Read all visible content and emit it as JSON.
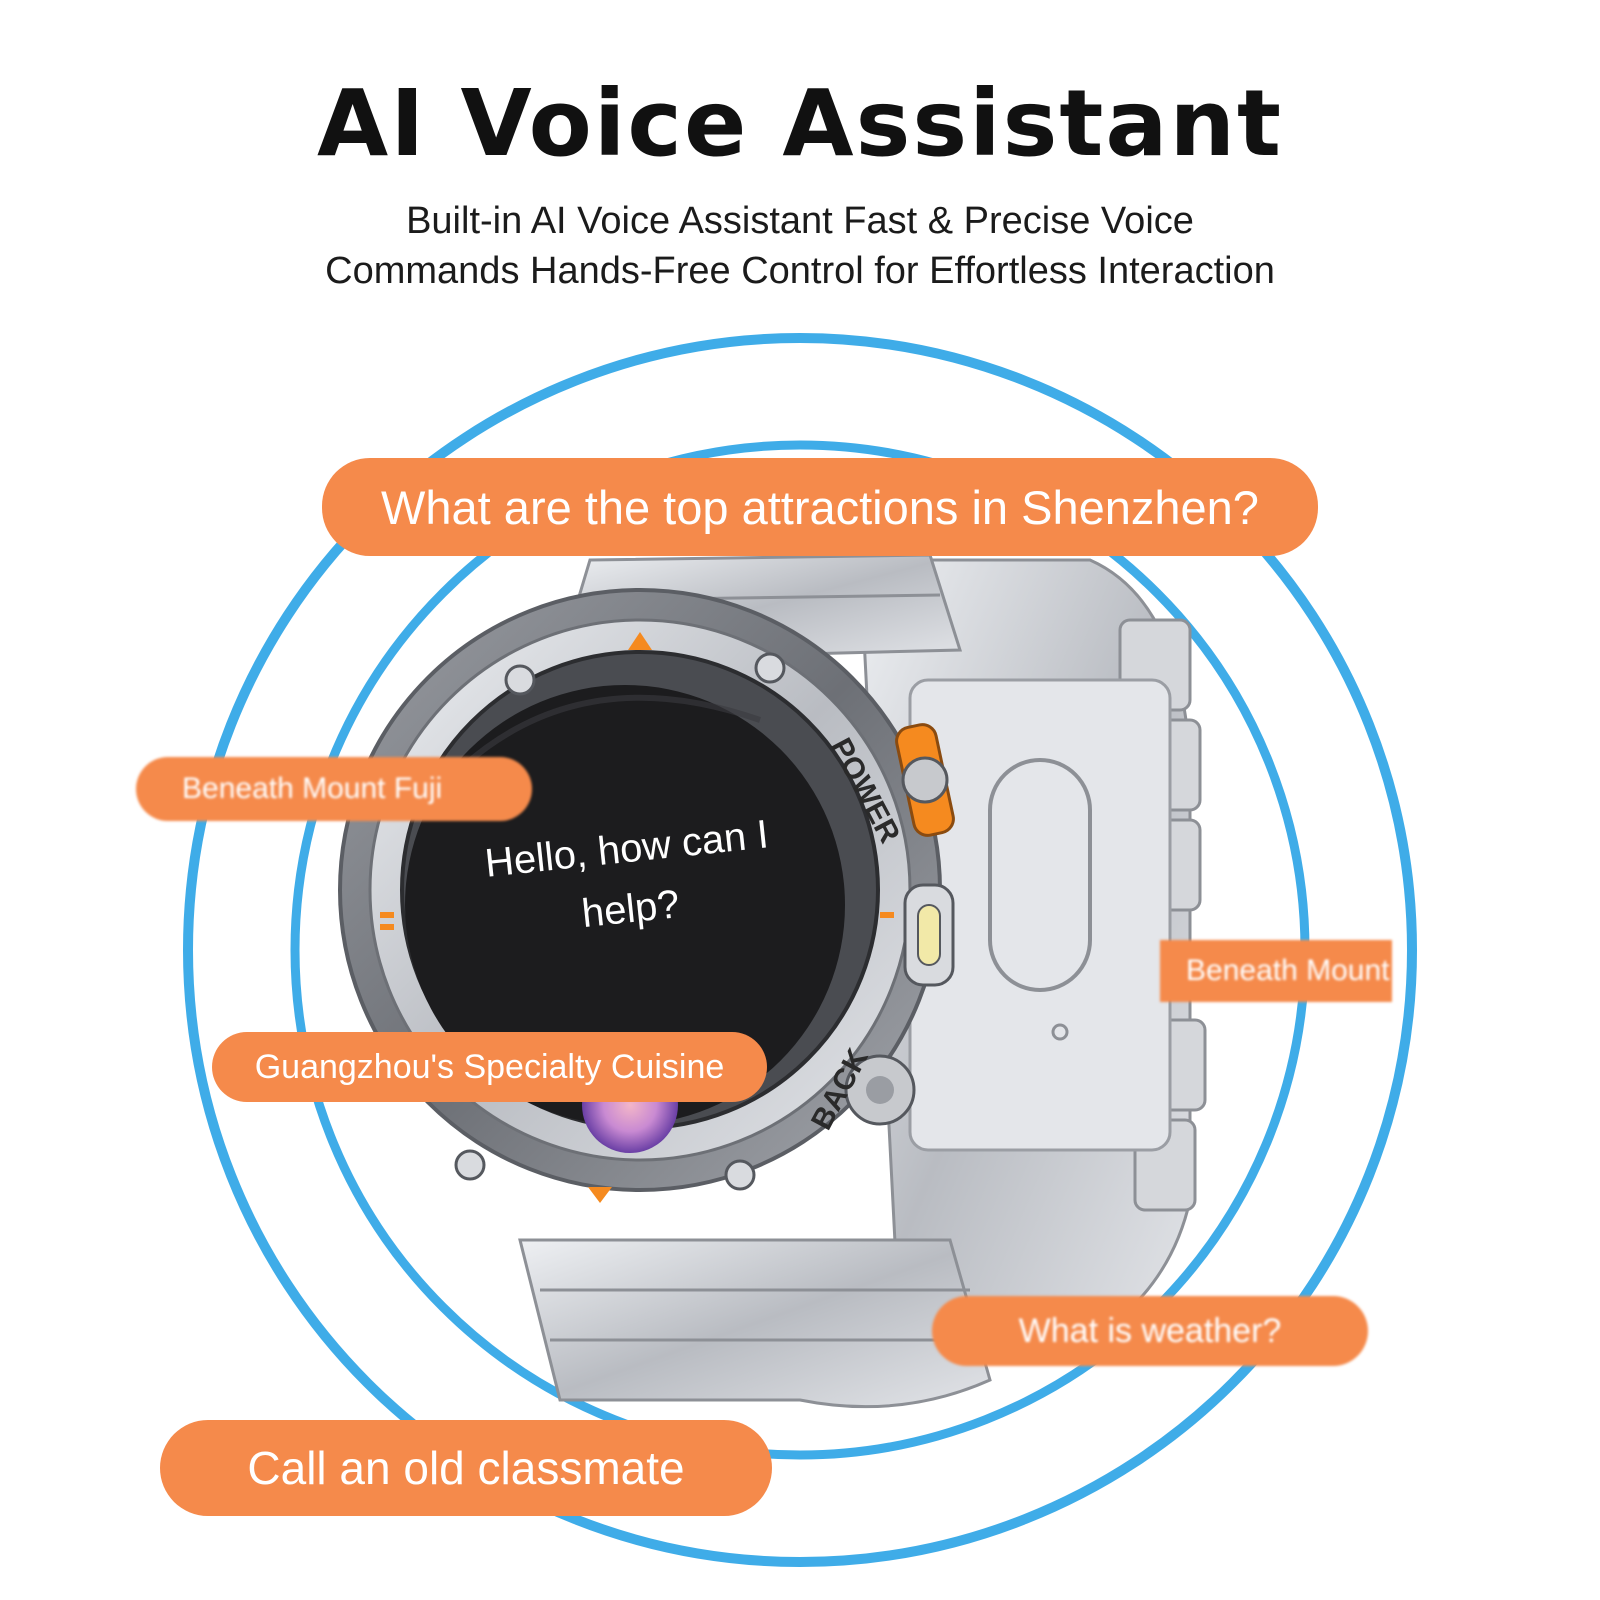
{
  "title": "AI Voice Assistant",
  "subtitle_line1": "Built-in AI Voice Assistant Fast & Precise Voice",
  "subtitle_line2": "Commands Hands-Free Control for Effortless Interaction",
  "screen_prompt_line1": "Hello, how can I",
  "screen_prompt_line2": "help?",
  "bezel_labels": {
    "power": "POWER",
    "back": "BACK"
  },
  "bubbles": [
    "What are the top attractions in Shenzhen?",
    "Beneath Mount Fuji",
    "Beneath Mount Fuji",
    "Guangzhou's Specialty Cuisine",
    "What is weather?",
    "Call an old classmate"
  ],
  "colors": {
    "accent": "#f58a4b",
    "ring": "#2aa3e6",
    "text": "#111111",
    "screen": "#1c1c1e",
    "metal": "#c9ccd1"
  },
  "icons": [
    "ai-voice-orb-icon",
    "orange-crown-icon",
    "screw-icon"
  ]
}
